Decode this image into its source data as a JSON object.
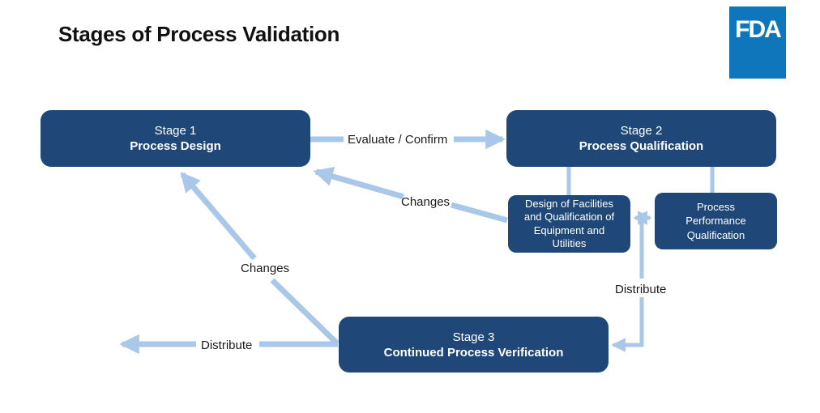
{
  "title": "Stages of Process Validation",
  "logo": {
    "text": "FDA",
    "color": "#1076BC"
  },
  "colors": {
    "box_navy": "#1F4878",
    "arrow_blue": "#A9C7E8",
    "label_text": "#1a1a1a"
  },
  "boxes": {
    "stage1": {
      "label": "Stage 1",
      "sublabel": "Process Design"
    },
    "stage2": {
      "label": "Stage 2",
      "sublabel": "Process Qualification"
    },
    "stage3": {
      "label": "Stage 3",
      "sublabel": "Continued Process Verification"
    },
    "facilities": {
      "text": "Design of Facilities\nand Qualification of\nEquipment and\nUtilities"
    },
    "performance": {
      "text": "Process\nPerformance\nQualification"
    }
  },
  "labels": {
    "evaluate_confirm": "Evaluate / Confirm",
    "changes_upper": "Changes",
    "changes_lower": "Changes",
    "distribute_left": "Distribute",
    "distribute_right": "Distribute"
  }
}
